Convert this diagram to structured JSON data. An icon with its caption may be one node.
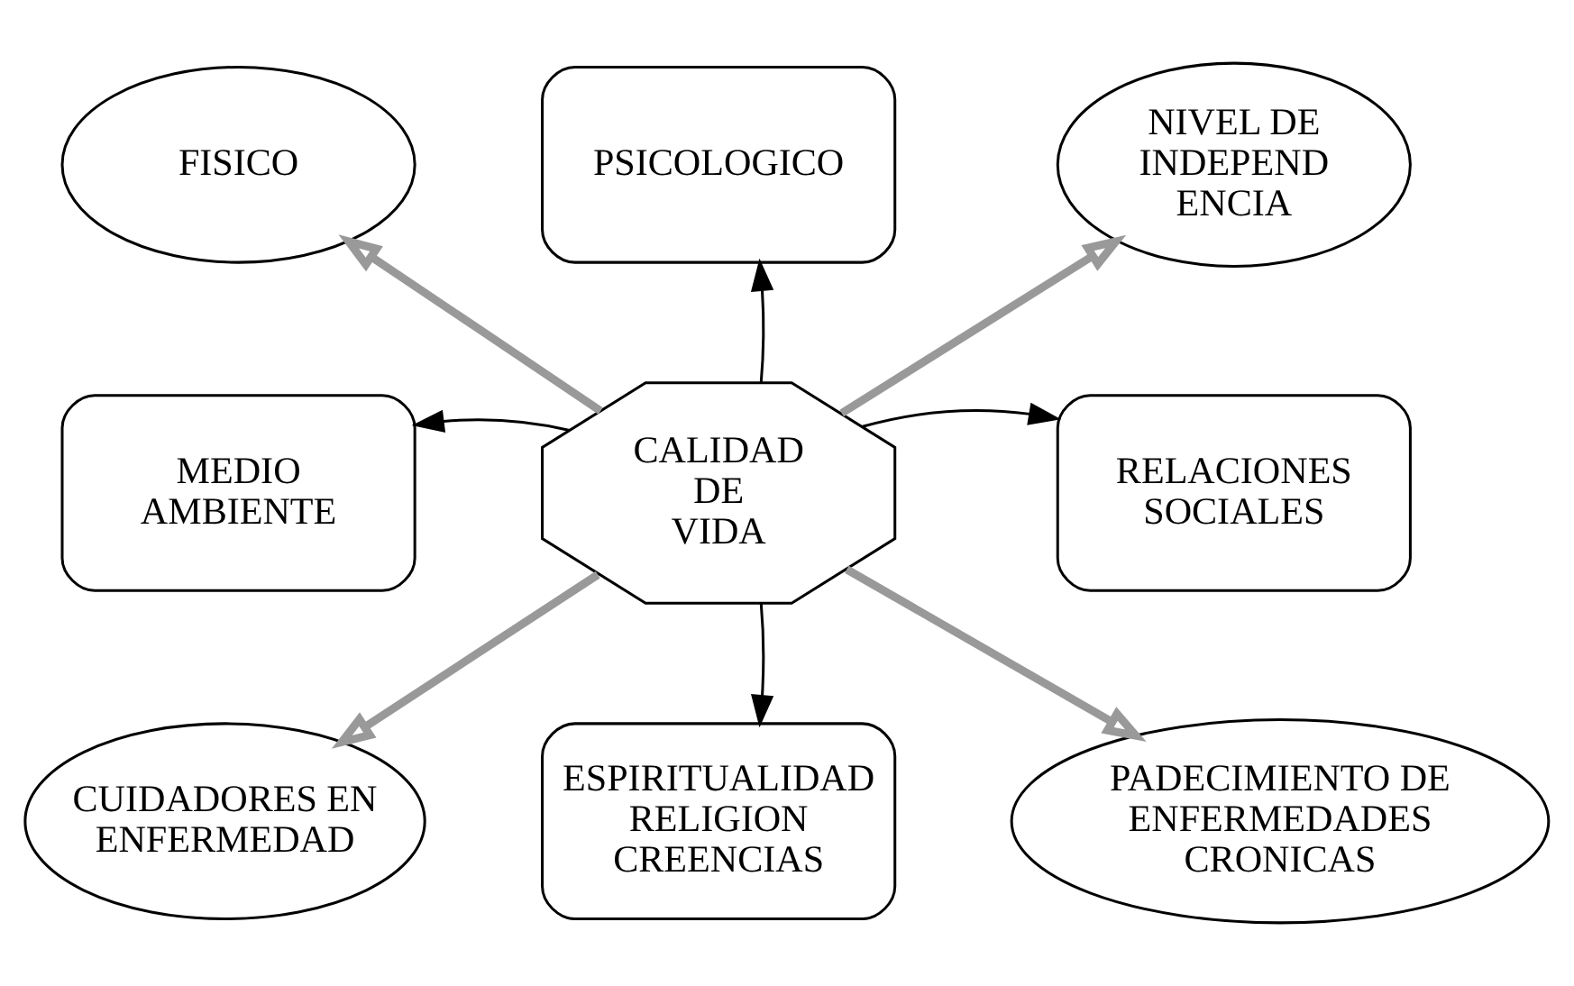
{
  "diagram": {
    "nodes": [
      {
        "text": [
          "CALIDAD DE VIDA"
        ]
      },
      {
        "text": [
          "FISICO"
        ]
      },
      {
        "text": [
          "PSICOLOGICO"
        ]
      },
      {
        "text": [
          "NIVEL DE INDEPEND ENCIA"
        ]
      },
      {
        "text": [
          "MEDIO AMBIENTE"
        ]
      },
      {
        "text": [
          "RELACIONES SOCIALES"
        ]
      },
      {
        "text": [
          "CUIDADORES EN ENFERMEDAD"
        ]
      },
      {
        "text": [
          "ESPIRITUALIDAD RELIGION CREENCIAS"
        ]
      },
      {
        "text": [
          "PADECIMIENTO DE ENFERMEDADES CRONICAS"
        ]
      }
    ],
    "edges": [
      {
        "from": 0,
        "to": 1,
        "arrow": "to",
        "style": "thick",
        "color": "#999999"
      },
      {
        "from": 0,
        "to": 2,
        "arrow": "to",
        "color": "#000000"
      },
      {
        "from": 0,
        "to": 3,
        "arrow": "to",
        "style": "thick",
        "color": "#999999"
      },
      {
        "from": 0,
        "to": 4,
        "arrow": "to",
        "color": "#000000"
      },
      {
        "from": 0,
        "to": 5,
        "arrow": "to",
        "color": "#000000"
      },
      {
        "from": 0,
        "to": 6,
        "arrow": "to",
        "style": "thick",
        "color": "#999999"
      },
      {
        "from": 0,
        "to": 7,
        "arrow": "to",
        "color": "#000000"
      },
      {
        "from": 0,
        "to": 8,
        "arrow": "to",
        "style": "thick",
        "color": "#999999"
      }
    ]
  }
}
